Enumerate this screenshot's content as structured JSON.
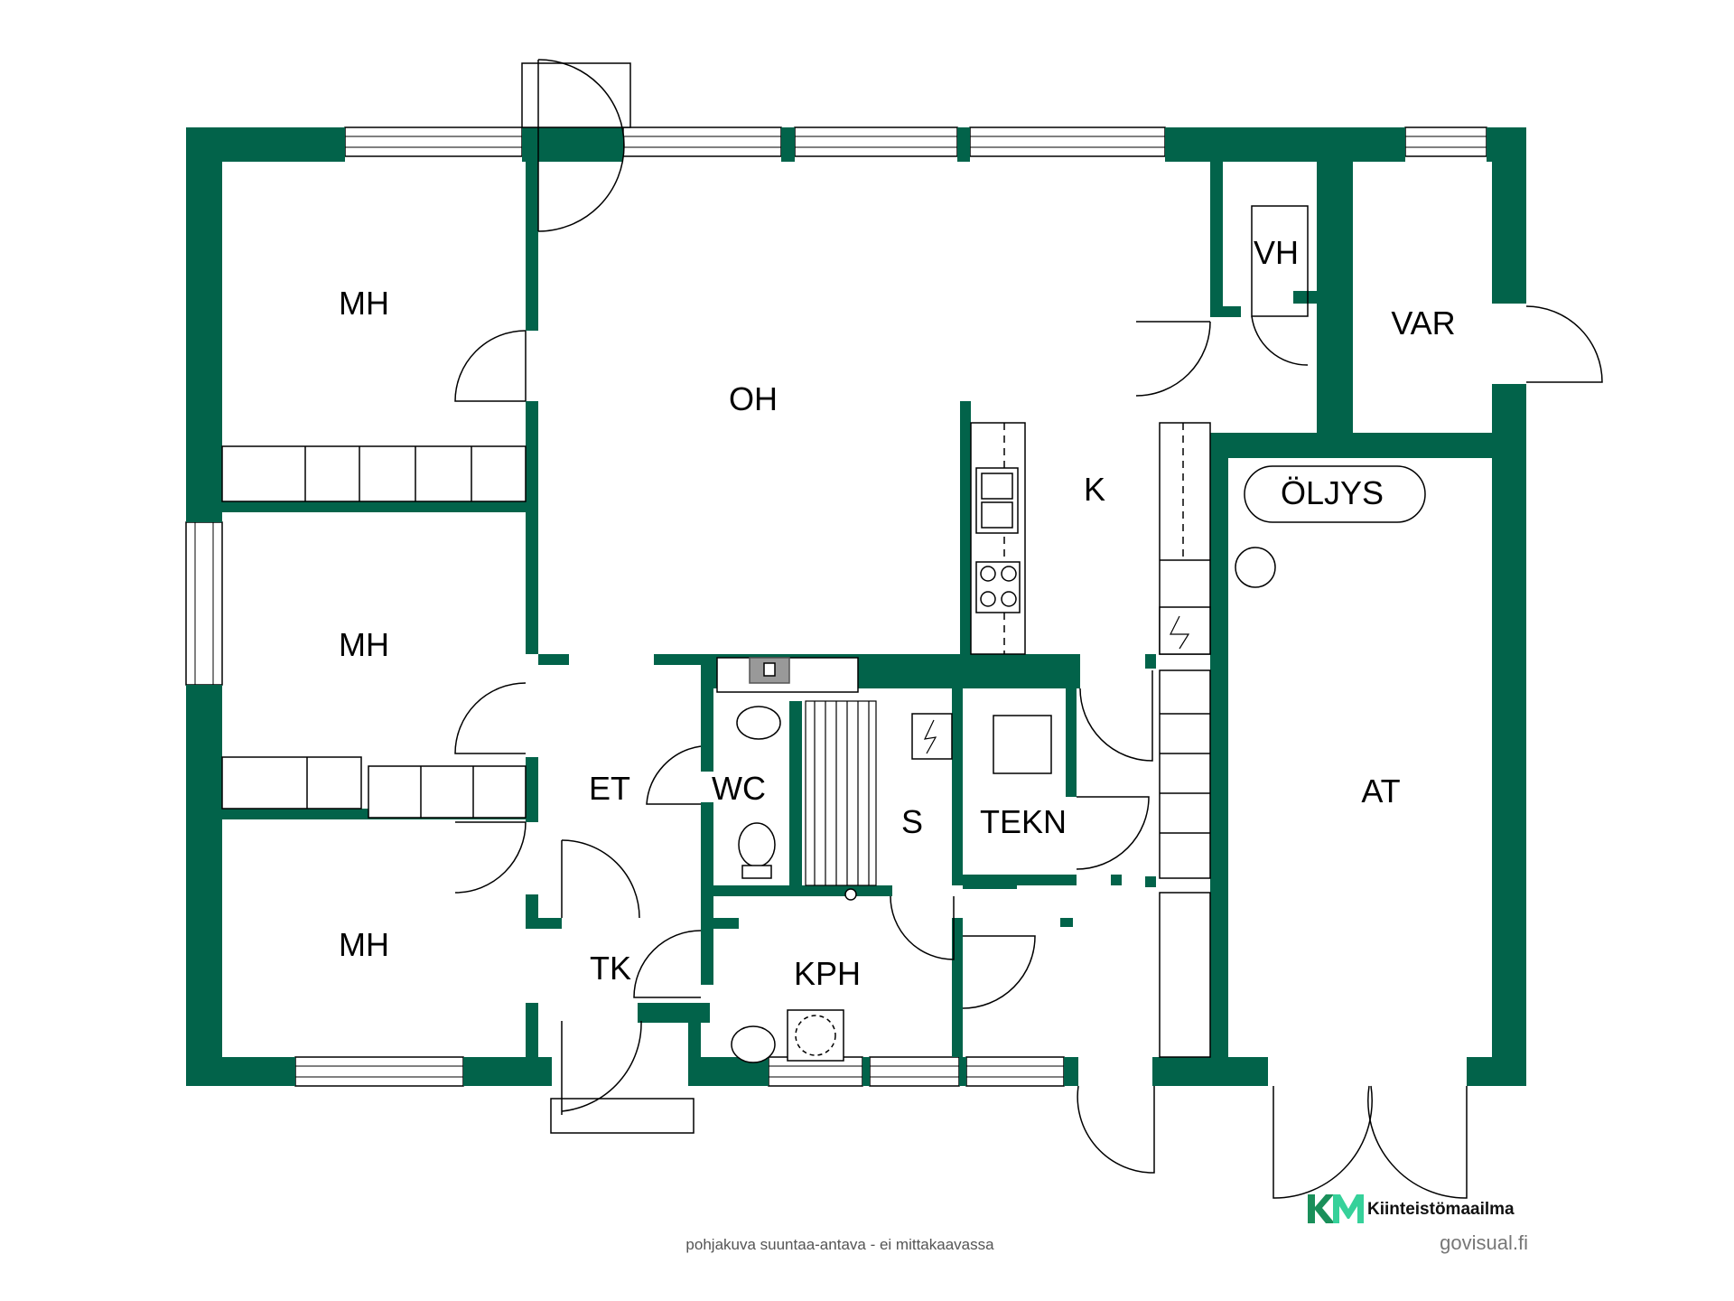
{
  "colors": {
    "wall": "#02634a",
    "outline": "#000000",
    "logo_k": "#1a8f5a",
    "logo_m": "#36d19a"
  },
  "rooms": [
    {
      "id": "mh1",
      "label": "MH"
    },
    {
      "id": "oh",
      "label": "OH"
    },
    {
      "id": "vh",
      "label": "VH"
    },
    {
      "id": "var",
      "label": "VAR"
    },
    {
      "id": "k",
      "label": "K"
    },
    {
      "id": "oljys",
      "label": "ÖLJYS"
    },
    {
      "id": "mh2",
      "label": "MH"
    },
    {
      "id": "et",
      "label": "ET"
    },
    {
      "id": "wc",
      "label": "WC"
    },
    {
      "id": "s",
      "label": "S"
    },
    {
      "id": "tekn",
      "label": "TEKN"
    },
    {
      "id": "at",
      "label": "AT"
    },
    {
      "id": "mh3",
      "label": "MH"
    },
    {
      "id": "tk",
      "label": "TK"
    },
    {
      "id": "kph",
      "label": "KPH"
    }
  ],
  "icons": {
    "electric_panel": "lightning-panel-icon",
    "shower": "shower-icon",
    "sink": "sink-icon",
    "toilet": "toilet-icon",
    "stove": "stove-icon"
  },
  "footer": {
    "disclaimer": "pohjakuva suuntaa-antava - ei mittakaavassa",
    "credit": "govisual.fi",
    "logo_mark": "KM",
    "logo_name": "Kiinteistömaailma"
  }
}
